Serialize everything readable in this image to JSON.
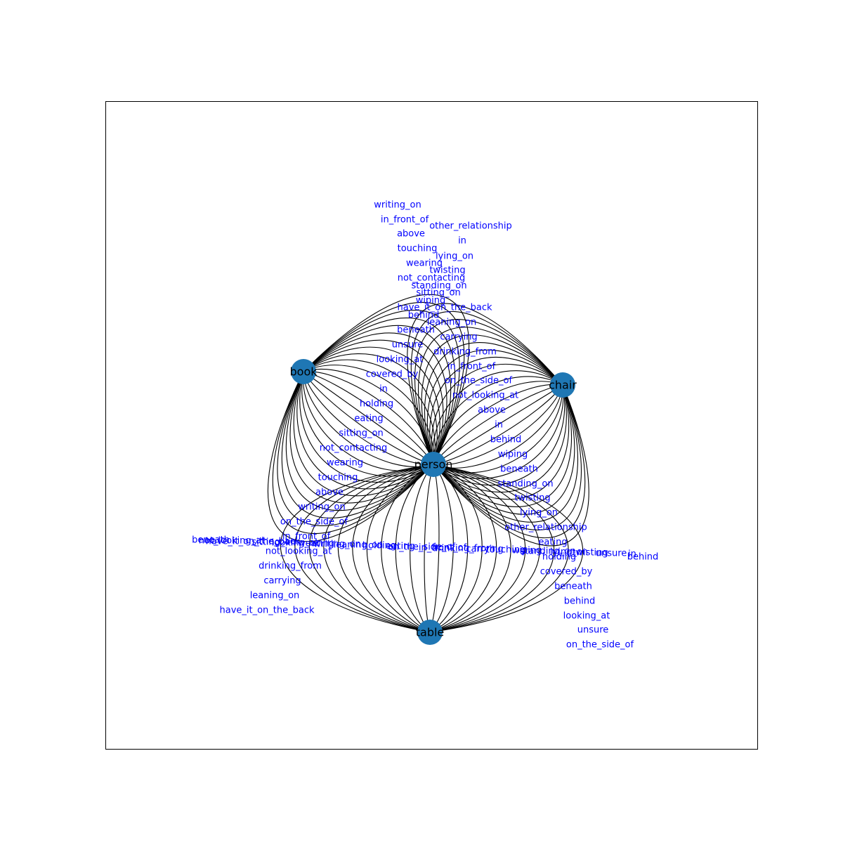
{
  "nodes": [
    {
      "id": "person",
      "label": "person"
    },
    {
      "id": "book",
      "label": "book"
    },
    {
      "id": "chair",
      "label": "chair"
    },
    {
      "id": "table",
      "label": "table"
    }
  ],
  "colors": {
    "node": "#1f77b4",
    "edge": "#000000",
    "edge_label": "#0000ff",
    "node_label": "#000000"
  },
  "edges": [
    {
      "source": "person",
      "target": "book",
      "relations": [
        "writing_on",
        "in_front_of",
        "above",
        "touching",
        "wearing",
        "not_contacting",
        "sitting_on",
        "wiping",
        "behind",
        "beneath",
        "unsure",
        "looking_at",
        "covered_by",
        "in",
        "holding",
        "eating",
        "sitting_on",
        "not_contacting",
        "wearing",
        "touching",
        "above",
        "writing_on",
        "on_the_side_of",
        "in_front_of",
        "not_looking_at",
        "drinking_from",
        "carrying",
        "leaning_on",
        "have_it_on_the_back"
      ]
    },
    {
      "source": "person",
      "target": "chair",
      "relations": [
        "other_relationship",
        "in",
        "lying_on",
        "twisting",
        "standing_on",
        "have_it_on_the_back",
        "leaning_on",
        "carrying",
        "drinking_from",
        "in_front_of",
        "on_the_side_of",
        "not_looking_at",
        "above",
        "in",
        "behind",
        "wiping",
        "beneath",
        "standing_on",
        "twisting",
        "lying_on",
        "other_relationship",
        "eating",
        "holding",
        "covered_by",
        "beneath",
        "behind",
        "looking_at",
        "unsure",
        "on_the_side_of"
      ]
    },
    {
      "source": "person",
      "target": "table",
      "relations": [
        "beneath",
        "not_looking_at",
        "have_it_on_the_back",
        "sitting_on",
        "looking_at",
        "wearing",
        "writing_on",
        "leaning_on",
        "holding",
        "eating",
        "on_the_side_of",
        "in_front_of",
        "drinking_from",
        "carrying",
        "touching",
        "wiping",
        "standing_on",
        "lying_on",
        "twisting",
        "unsure",
        "in",
        "behind"
      ]
    }
  ]
}
